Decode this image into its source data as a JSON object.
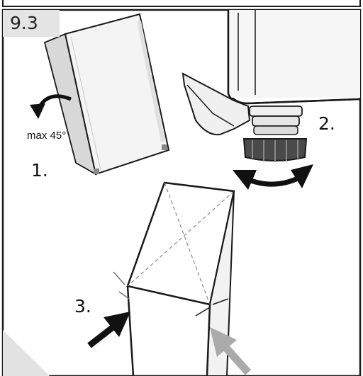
{
  "section": {
    "number": "9.3"
  },
  "steps": {
    "step1": "1.",
    "step2": "2.",
    "step3": "3."
  },
  "annotations": {
    "max_angle": "max 45°"
  },
  "colors": {
    "line": "#1a1a1a",
    "panel_fill": "#f2f2f2",
    "tag_fill": "#e4e4e4",
    "arrow_dark": "#111111",
    "arrow_light": "#aaaaaa",
    "knob": "#4a4a4a"
  }
}
